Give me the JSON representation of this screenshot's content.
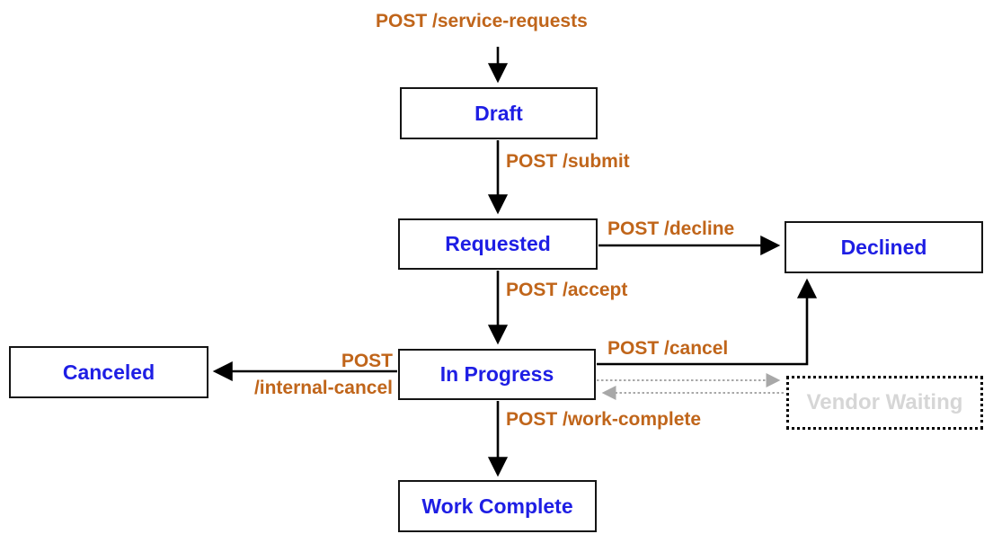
{
  "diagram": {
    "type": "state-machine-flowchart",
    "colors": {
      "state_text": "#1e1ee4",
      "edge_label_text": "#c0651a",
      "arrow": "#000000",
      "dashed_arrow": "#a8a8a8",
      "pending_state_text": "#d6d6d6",
      "background": "#ffffff"
    },
    "states": {
      "draft": {
        "label": "Draft"
      },
      "requested": {
        "label": "Requested"
      },
      "declined": {
        "label": "Declined"
      },
      "in_progress": {
        "label": "In Progress"
      },
      "canceled": {
        "label": "Canceled"
      },
      "vendor_waiting": {
        "label": "Vendor Waiting"
      },
      "work_complete": {
        "label": "Work Complete"
      }
    },
    "transitions": {
      "create": {
        "label": "POST /service-requests",
        "from": "start",
        "to": "Draft"
      },
      "submit": {
        "label": "POST /submit",
        "from": "Draft",
        "to": "Requested"
      },
      "decline": {
        "label": "POST /decline",
        "from": "Requested",
        "to": "Declined"
      },
      "accept": {
        "label": "POST /accept",
        "from": "Requested",
        "to": "In Progress"
      },
      "cancel": {
        "label": "POST /cancel",
        "from": "In Progress",
        "to": "Declined"
      },
      "internal_cancel": {
        "label_line1": "POST",
        "label_line2": "/internal-cancel",
        "from": "In Progress",
        "to": "Canceled"
      },
      "work_complete": {
        "label": "POST /work-complete",
        "from": "In Progress",
        "to": "Work Complete"
      },
      "vendor_wait": {
        "label": "",
        "from": "In Progress",
        "to": "Vendor Waiting"
      },
      "vendor_resume": {
        "label": "",
        "from": "Vendor Waiting",
        "to": "In Progress"
      }
    }
  }
}
